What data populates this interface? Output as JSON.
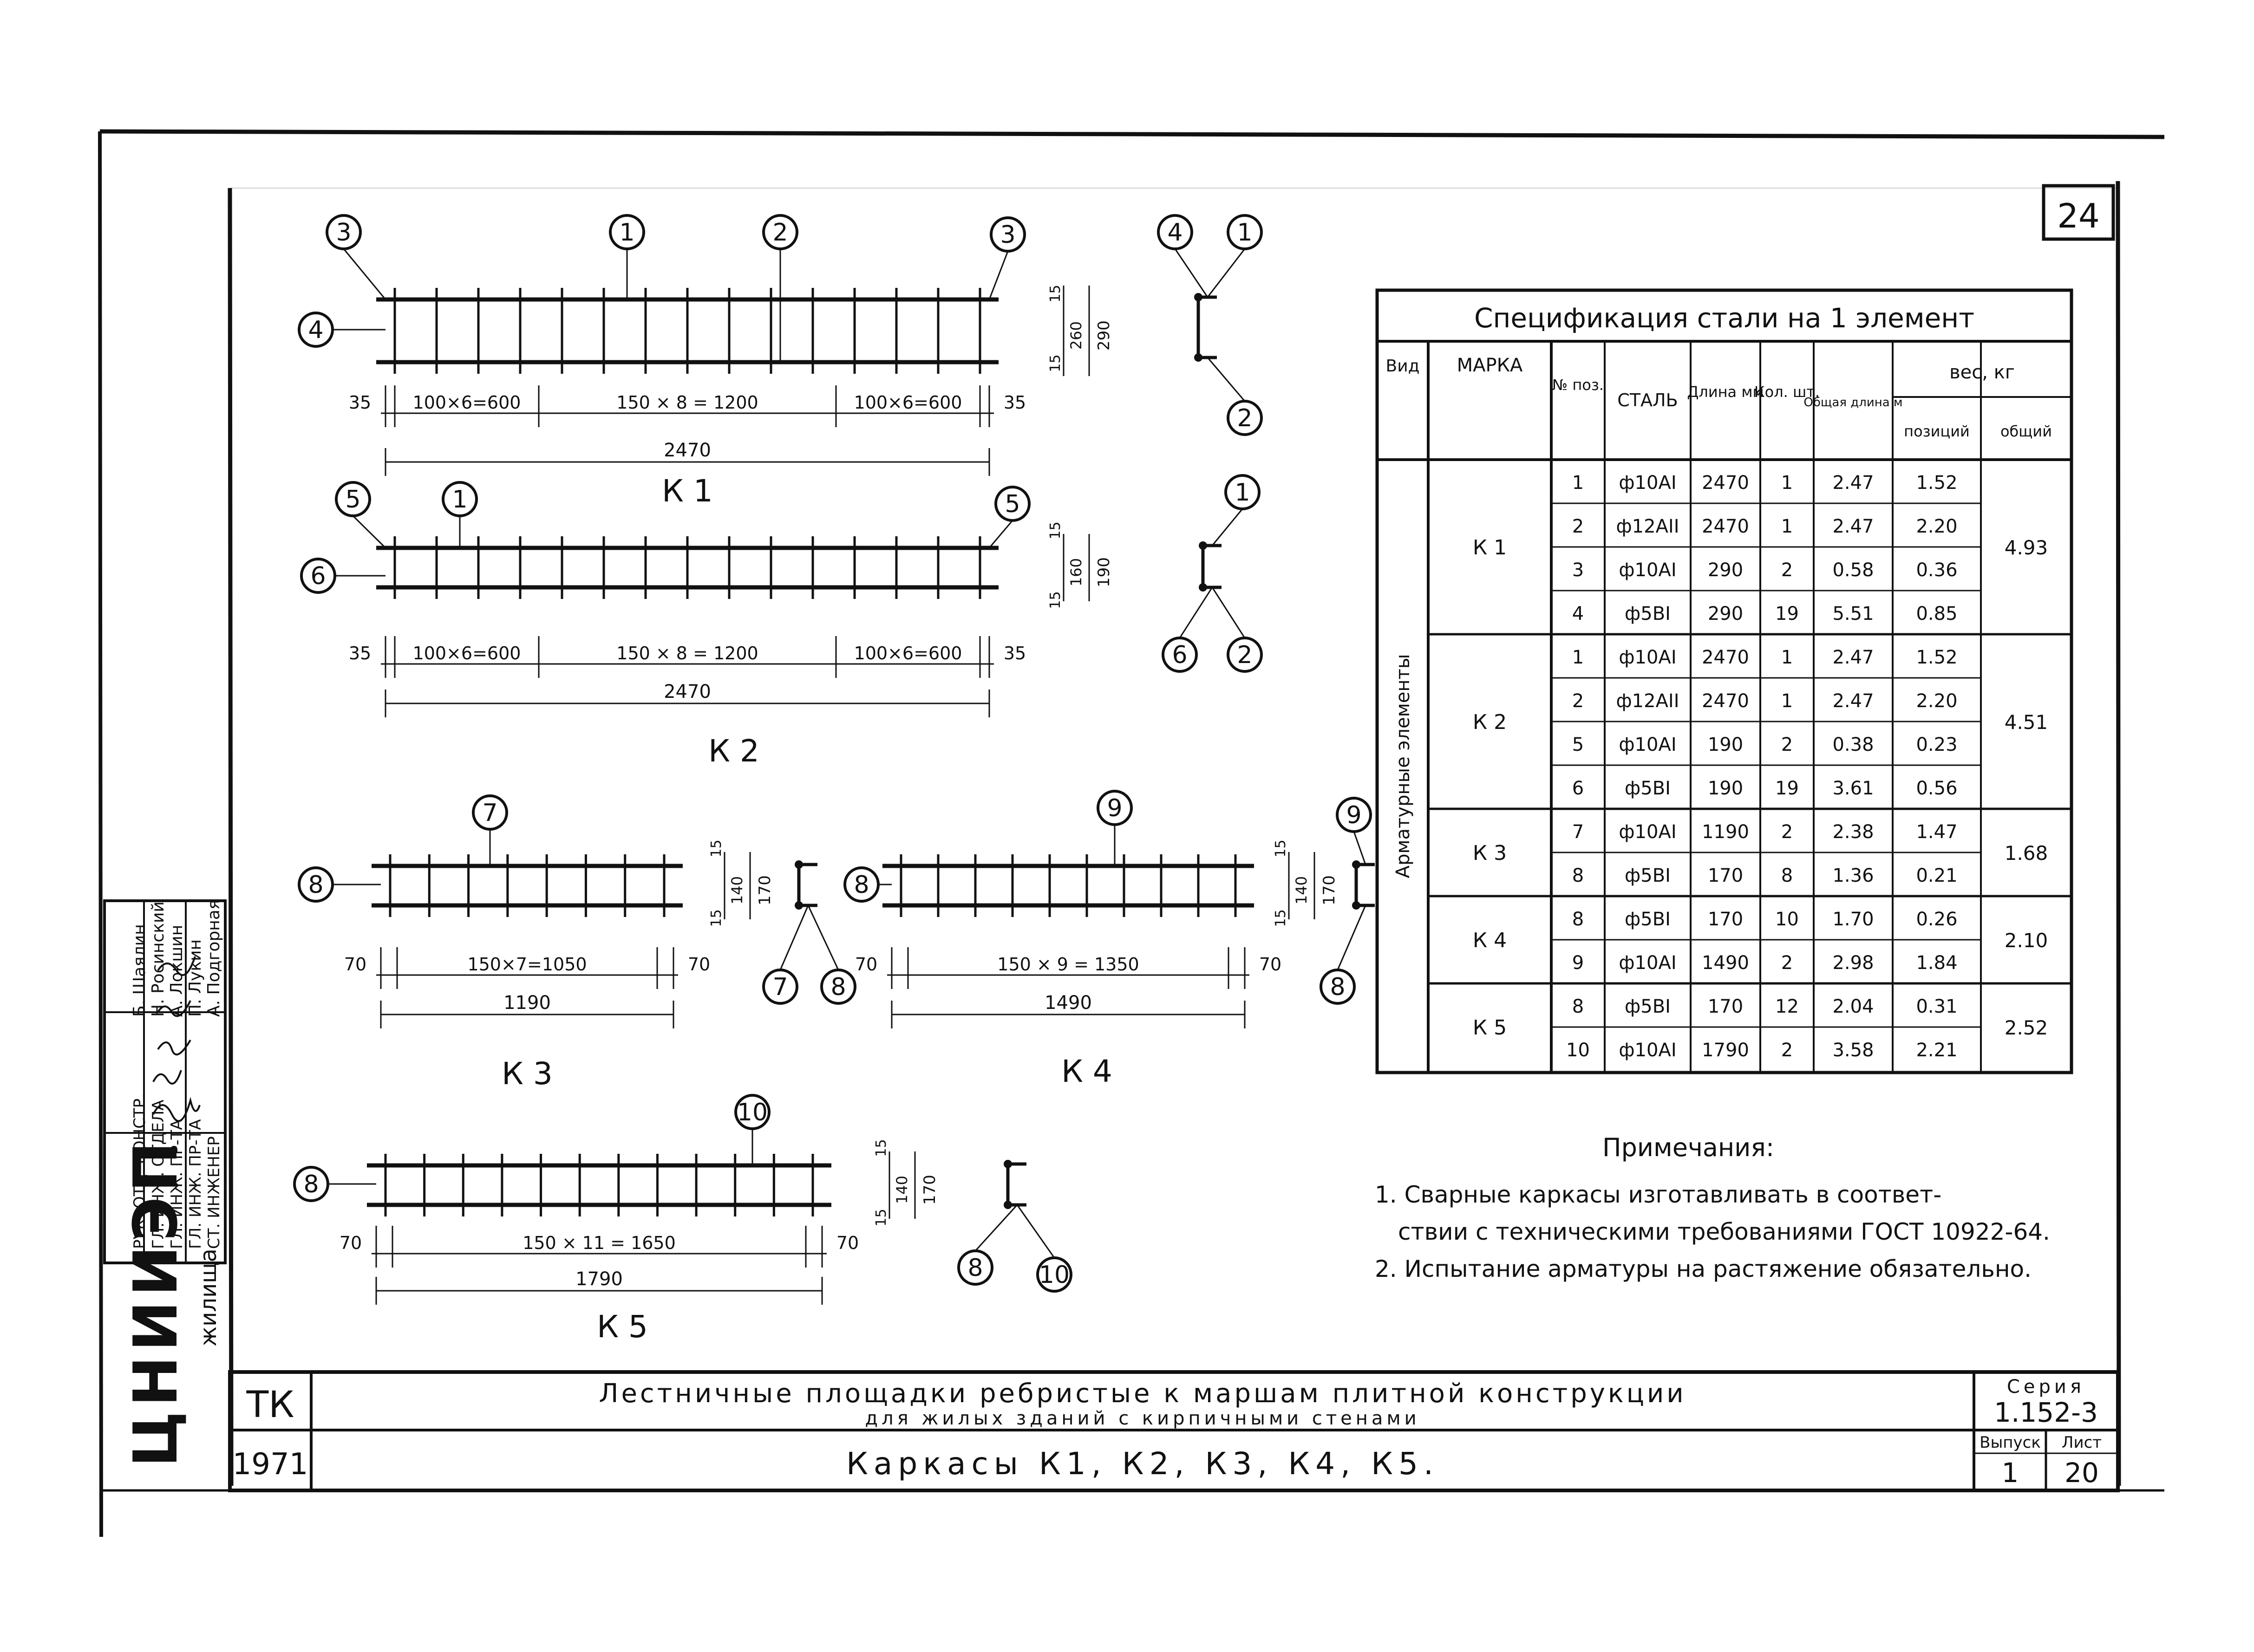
{
  "sheet_number": "24",
  "frames": [
    {
      "label": "К 1",
      "top_dims": [
        "35",
        "100×6=600",
        "150 × 8 = 1200",
        "100×6=600",
        "35"
      ],
      "total": "2470",
      "height_dims": [
        "15",
        "260",
        "15",
        "290"
      ],
      "section_marks": [
        "4",
        "1",
        "2"
      ],
      "marks": [
        "3",
        "1",
        "2",
        "3",
        "4"
      ],
      "bars": 15
    },
    {
      "label": "К 2",
      "top_dims": [
        "35",
        "100×6=600",
        "150 × 8 = 1200",
        "100×6=600",
        "35"
      ],
      "total": "2470",
      "height_dims": [
        "15",
        "160",
        "15",
        "190"
      ],
      "section_marks": [
        "1",
        "6",
        "2"
      ],
      "marks": [
        "5",
        "1",
        "5",
        "6"
      ],
      "bars": 15
    },
    {
      "label": "К 3",
      "top_dims": [
        "70",
        "150×7=1050",
        "70"
      ],
      "total": "1190",
      "height_dims": [
        "15",
        "140",
        "15",
        "170"
      ],
      "section_marks": [
        "8",
        "7"
      ],
      "marks": [
        "7",
        "8"
      ],
      "bars": 8
    },
    {
      "label": "К 4",
      "top_dims": [
        "70",
        "150 × 9 = 1350",
        "70"
      ],
      "total": "1490",
      "height_dims": [
        "15",
        "140",
        "15",
        "170"
      ],
      "section_marks": [
        "9",
        "8"
      ],
      "marks": [
        "9",
        "8"
      ],
      "bars": 10
    },
    {
      "label": "К 5",
      "top_dims": [
        "70",
        "150 × 11 = 1650",
        "70"
      ],
      "total": "1790",
      "height_dims": [
        "15",
        "140",
        "15",
        "170"
      ],
      "section_marks": [
        "8",
        "10"
      ],
      "marks": [
        "10",
        "8"
      ],
      "bars": 12
    }
  ],
  "spec": {
    "title": "Спецификация стали на 1 элемент",
    "headers": {
      "vid": "Вид",
      "marka": "МАРКА",
      "pos": "№ поз.",
      "stal": "СТАЛЬ",
      "dlina": "Длина мм",
      "kol": "Кол. шт.",
      "obsch_dlina": "Общая длина м",
      "ves": "вес, кг",
      "ves_poz": "позиций",
      "ves_obsch": "общий"
    },
    "group_label": "Арматурные элементы",
    "groups": [
      {
        "marka": "К 1",
        "total": "4.93",
        "rows": [
          [
            "1",
            "ф10АI",
            "2470",
            "1",
            "2.47",
            "1.52"
          ],
          [
            "2",
            "ф12АII",
            "2470",
            "1",
            "2.47",
            "2.20"
          ],
          [
            "3",
            "ф10АI",
            "290",
            "2",
            "0.58",
            "0.36"
          ],
          [
            "4",
            "ф5ВI",
            "290",
            "19",
            "5.51",
            "0.85"
          ]
        ]
      },
      {
        "marka": "К 2",
        "total": "4.51",
        "rows": [
          [
            "1",
            "ф10АI",
            "2470",
            "1",
            "2.47",
            "1.52"
          ],
          [
            "2",
            "ф12АII",
            "2470",
            "1",
            "2.47",
            "2.20"
          ],
          [
            "5",
            "ф10АI",
            "190",
            "2",
            "0.38",
            "0.23"
          ],
          [
            "6",
            "ф5ВI",
            "190",
            "19",
            "3.61",
            "0.56"
          ]
        ]
      },
      {
        "marka": "К 3",
        "total": "1.68",
        "rows": [
          [
            "7",
            "ф10АI",
            "1190",
            "2",
            "2.38",
            "1.47"
          ],
          [
            "8",
            "ф5ВI",
            "170",
            "8",
            "1.36",
            "0.21"
          ]
        ]
      },
      {
        "marka": "К 4",
        "total": "2.10",
        "rows": [
          [
            "8",
            "ф5ВI",
            "170",
            "10",
            "1.70",
            "0.26"
          ],
          [
            "9",
            "ф10АI",
            "1490",
            "2",
            "2.98",
            "1.84"
          ]
        ]
      },
      {
        "marka": "К 5",
        "total": "2.52",
        "rows": [
          [
            "8",
            "ф5ВI",
            "170",
            "12",
            "2.04",
            "0.31"
          ],
          [
            "10",
            "ф10АI",
            "1790",
            "2",
            "3.58",
            "2.21"
          ]
        ]
      }
    ]
  },
  "notes": {
    "title": "Примечания:",
    "lines": [
      "1. Сварные каркасы изготавливать в соответ-",
      "ствии с техническими требованиями ГОСТ 10922-64.",
      "2. Испытание арматуры на растяжение обязательно."
    ]
  },
  "stamp": {
    "tk": "ТК",
    "year": "1971",
    "title_line1": "Лестничные площадки ребристые к маршам плитной конструкции",
    "title_line2": "для жилых зданий с кирпичными стенами",
    "title_line3": "Каркасы К1, К2, К3, К4, К5.",
    "seria_label": "Серия",
    "seria": "1.152-3",
    "vypusk_label": "Выпуск",
    "vypusk": "1",
    "list_label": "Лист",
    "list": "20",
    "org": "ЦНИИЭП",
    "org_full": "жилища"
  },
  "side_stamp": {
    "roles": [
      "РУК. ОТД. КОНСТР.",
      "ГЛ. ИНЖ. ОТДЕЛА",
      "ГЛ. ИНЖ. ПР-ТА",
      "ГЛ. ИНЖ. ПР-ТА",
      "СТ. ИНЖЕНЕР"
    ],
    "names": [
      "Б. Шаялин",
      "Н. Росинский",
      "А. Локшин",
      "П. Лукин",
      "А. Подгорная"
    ]
  }
}
